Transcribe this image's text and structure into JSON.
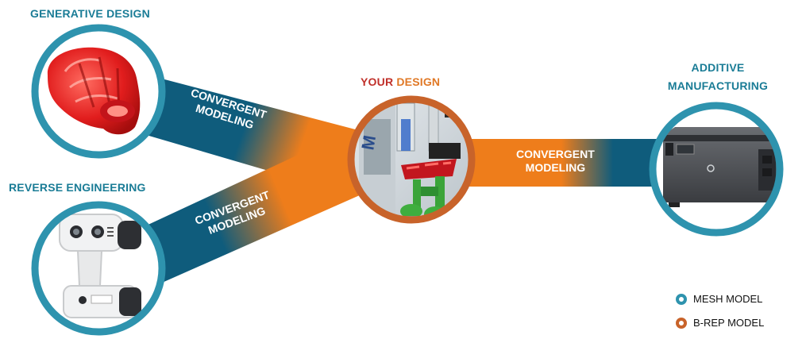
{
  "labels": {
    "generative_design": "GENERATIVE DESIGN",
    "reverse_engineering": "REVERSE ENGINEERING",
    "your_design_part1": "YOUR",
    "your_design_part2": "DESIGN",
    "additive_line1": "ADDITIVE",
    "additive_line2": "MANUFACTURING"
  },
  "bands": {
    "top": {
      "line1": "CONVERGENT",
      "line2": "MODELING"
    },
    "bottom": {
      "line1": "CONVERGENT",
      "line2": "MODELING"
    },
    "right": {
      "line1": "CONVERGENT",
      "line2": "MODELING"
    }
  },
  "legend": {
    "mesh": "MESH MODEL",
    "brep": "B-REP MODEL"
  },
  "colors": {
    "mesh_ring": "#2e93ae",
    "brep_ring": "#c8632a",
    "band_blue": "#0f5c7c",
    "band_orange": "#ee7d1b",
    "label_teal": "#1a7c96",
    "your_red": "#c0302a",
    "design_orange": "#e07825"
  },
  "icons": {
    "generative": "red-generative-part-icon",
    "reverse": "3d-scanner-icon",
    "center": "3d-printer-interior-icon",
    "additive": "hp-3d-printer-icon"
  }
}
